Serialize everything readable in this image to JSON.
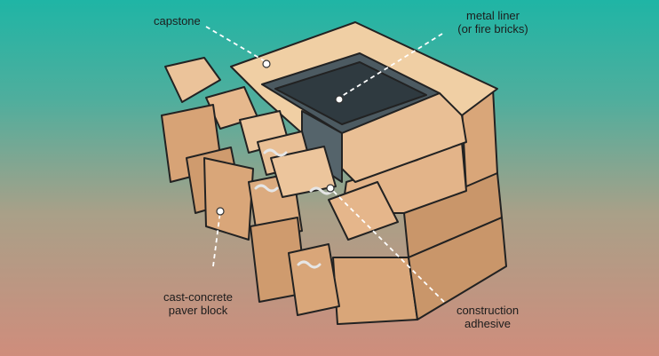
{
  "diagram": {
    "labels": {
      "capstone": "capstone",
      "metal_liner_line1": "metal liner",
      "metal_liner_line2": "(or fire bricks)",
      "paver_line1": "cast-concrete",
      "paver_line2": "paver block",
      "adhesive_line1": "construction",
      "adhesive_line2": "adhesive"
    },
    "colors": {
      "background_top": "#1fb5a5",
      "background_bottom": "#cf8d7c",
      "brick_top": "#f0cfa4",
      "brick_side": "#d9a679",
      "brick_shadow": "#b98458",
      "liner": "#4c5a61",
      "liner_dark": "#2f3a40",
      "adhesive": "#c9c9c9",
      "outline": "#222222"
    }
  }
}
